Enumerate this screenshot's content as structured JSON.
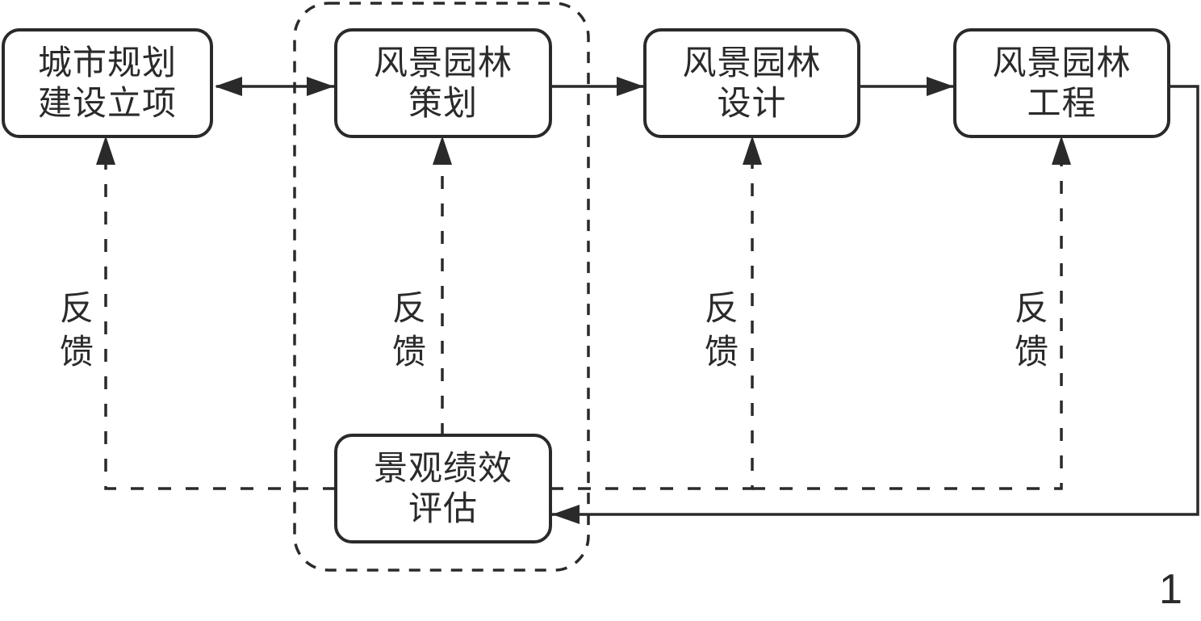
{
  "diagram": {
    "nodes": [
      {
        "id": "urban-planning",
        "lines": [
          "城市规划",
          "建设立项"
        ]
      },
      {
        "id": "landscape-planning",
        "lines": [
          "风景园林",
          "策划"
        ]
      },
      {
        "id": "landscape-design",
        "lines": [
          "风景园林",
          "设计"
        ]
      },
      {
        "id": "landscape-engineering",
        "lines": [
          "风景园林",
          "工程"
        ]
      },
      {
        "id": "performance-evaluation",
        "lines": [
          "景观绩效",
          "评估"
        ]
      }
    ],
    "feedback_label": [
      "反",
      "馈"
    ],
    "edges": [
      {
        "from": "urban-planning",
        "to": "landscape-planning",
        "style": "solid",
        "bidirectional": true
      },
      {
        "from": "landscape-planning",
        "to": "landscape-design",
        "style": "solid"
      },
      {
        "from": "landscape-design",
        "to": "landscape-engineering",
        "style": "solid"
      },
      {
        "from": "landscape-engineering",
        "to": "performance-evaluation",
        "style": "solid"
      },
      {
        "from": "performance-evaluation",
        "to": "urban-planning",
        "style": "dashed",
        "label": "反馈"
      },
      {
        "from": "performance-evaluation",
        "to": "landscape-planning",
        "style": "dashed",
        "label": "反馈"
      },
      {
        "from": "performance-evaluation",
        "to": "landscape-design",
        "style": "dashed",
        "label": "反馈"
      },
      {
        "from": "performance-evaluation",
        "to": "landscape-engineering",
        "style": "dashed",
        "label": "反馈"
      }
    ],
    "group": {
      "members": [
        "landscape-planning",
        "performance-evaluation"
      ],
      "style": "dashed"
    },
    "page_number": "1"
  }
}
